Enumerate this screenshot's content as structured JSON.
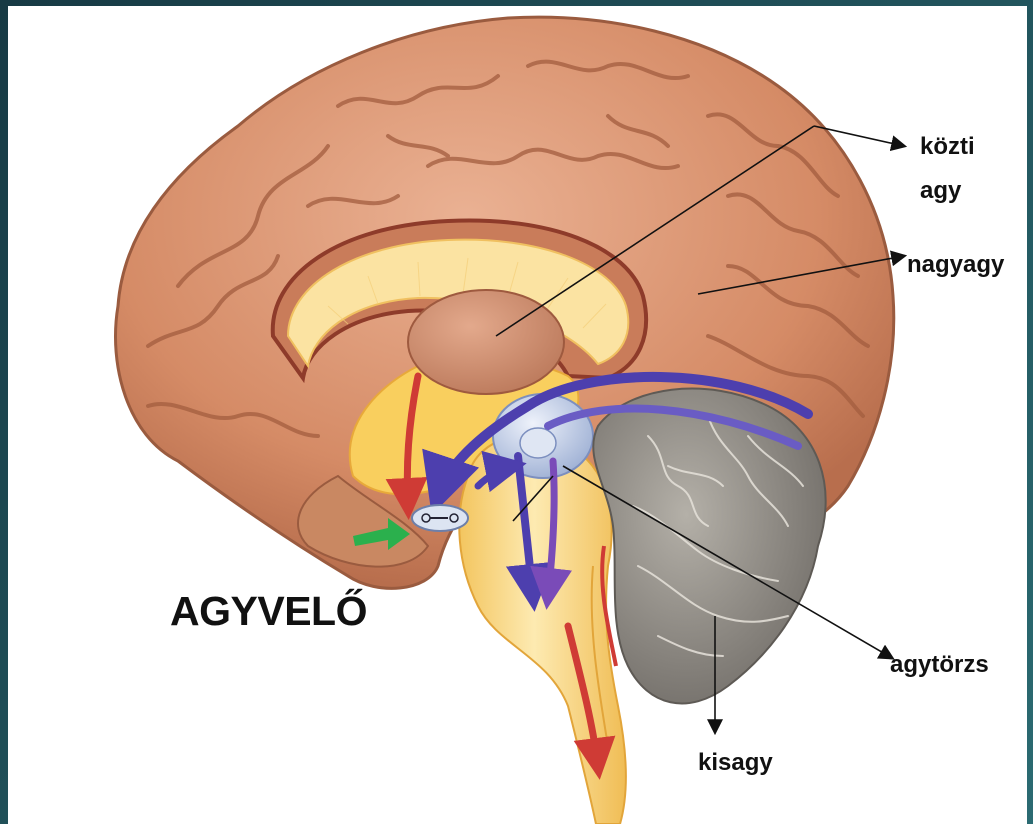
{
  "title": "AGYVELŐ",
  "labels": {
    "kozti_agy_line1": "közti",
    "kozti_agy_line2": "agy",
    "nagyagy": "nagyagy",
    "agytorzs": "agytörzs",
    "kisagy": "kisagy"
  },
  "colors": {
    "cortex": "#d9926e",
    "cortex_dark": "#a45c3e",
    "white_matter": "#fbe3a2",
    "brainstem": "#f8d784",
    "cerebellum": "#8f8b85",
    "blue_arrow": "#4d3fae",
    "purple_arrow": "#7a4bb8",
    "green_arrow": "#2bb04d",
    "red_arrow": "#cf3b35"
  }
}
